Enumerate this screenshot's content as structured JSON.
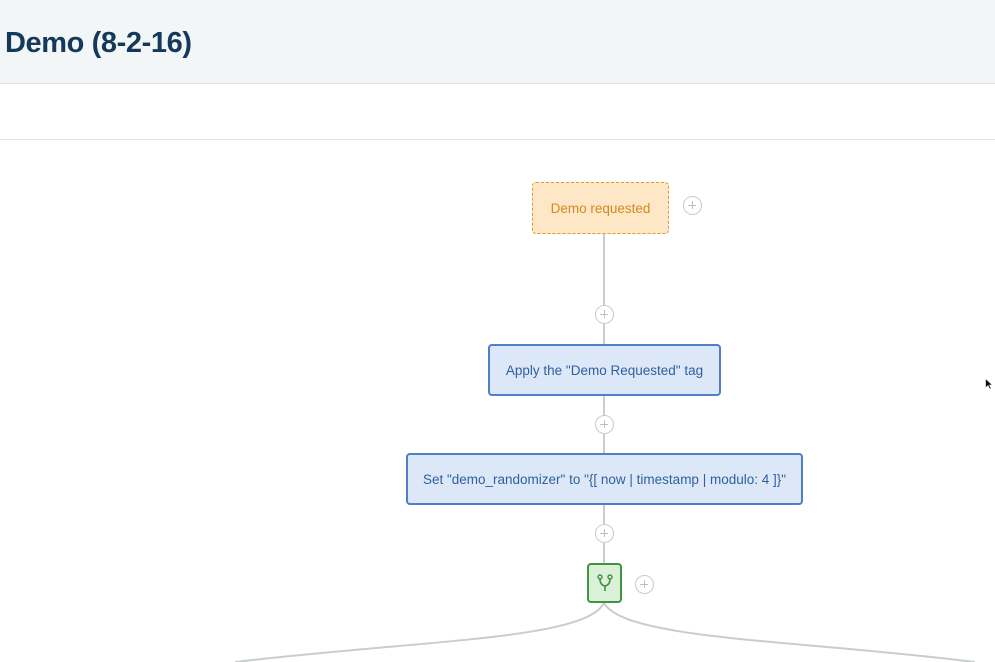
{
  "header": {
    "title": "Demo (8-2-16)"
  },
  "workflow": {
    "trigger": {
      "label": "Demo requested"
    },
    "actions": [
      {
        "label": "Apply the \"Demo Requested\" tag"
      },
      {
        "label": "Set \"demo_randomizer\" to \"{[ now | timestamp | modulo: 4 ]}\""
      }
    ],
    "branch": {
      "icon": "branch-icon"
    },
    "add_step_icon": "plus-circle-icon"
  },
  "colors": {
    "header_background": "#f3f6f6",
    "title_text": "#15395b",
    "trigger_fill": "#fde7c7",
    "trigger_border": "#e39a29",
    "action_fill": "#dce8f7",
    "action_border": "#4f7fc4",
    "branch_fill": "#dbf1d7",
    "branch_border": "#3f9442",
    "connector": "#c9cdcd"
  }
}
